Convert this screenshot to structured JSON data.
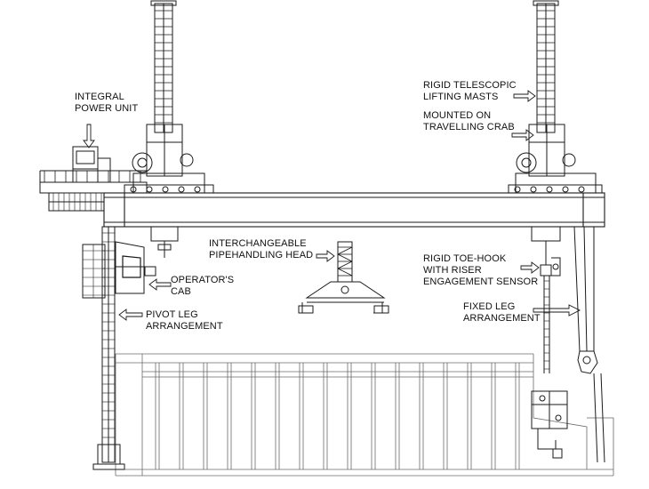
{
  "labels": {
    "power_unit": {
      "line1": "INTEGRAL",
      "line2": "POWER UNIT"
    },
    "masts": {
      "line1": "RIGID TELESCOPIC",
      "line2": "LIFTING MASTS"
    },
    "crab": {
      "line1": "MOUNTED ON",
      "line2": "TRAVELLING CRAB"
    },
    "pipehead": {
      "line1": "INTERCHANGEABLE",
      "line2": "PIPEHANDLING HEAD"
    },
    "toehook": {
      "line1": "RIGID TOE-HOOK",
      "line2": "WITH RISER",
      "line3": "ENGAGEMENT SENSOR"
    },
    "cab": {
      "line1": "OPERATOR'S",
      "line2": "CAB"
    },
    "pivot_leg": {
      "line1": "PIVOT LEG",
      "line2": "ARRANGEMENT"
    },
    "fixed_leg": {
      "line1": "FIXED LEG",
      "line2": "ARRANGEMENT"
    }
  },
  "colors": {
    "line": "#1a1a1a",
    "light": "#6a6a6a",
    "fill": "#ffffff"
  }
}
